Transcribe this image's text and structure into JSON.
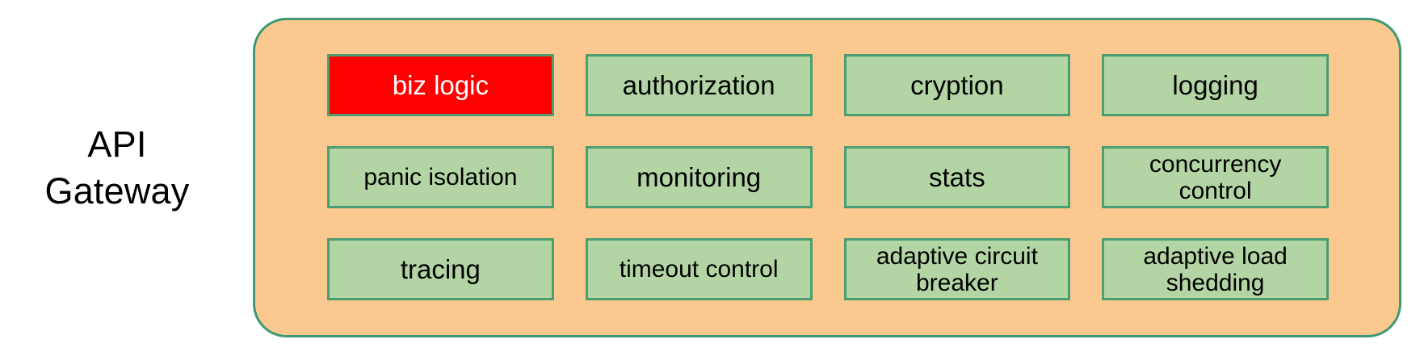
{
  "diagram": {
    "side_label": "API\nGateway",
    "colors": {
      "container_fill": "#fbc98f",
      "container_border": "#3d9970",
      "box_fill": "#b3d5a4",
      "box_border": "#4a9e72",
      "highlight_fill": "#ff0000",
      "highlight_text": "#ffffff",
      "text": "#000000",
      "page_background": "#ffffff"
    },
    "grid": {
      "rows": [
        {
          "cells": [
            {
              "label": "biz logic",
              "highlighted": true
            },
            {
              "label": "authorization",
              "highlighted": false
            },
            {
              "label": "cryption",
              "highlighted": false
            },
            {
              "label": "logging",
              "highlighted": false
            }
          ]
        },
        {
          "cells": [
            {
              "label": "panic isolation",
              "highlighted": false
            },
            {
              "label": "monitoring",
              "highlighted": false
            },
            {
              "label": "stats",
              "highlighted": false
            },
            {
              "label": "concurrency\ncontrol",
              "highlighted": false
            }
          ]
        },
        {
          "cells": [
            {
              "label": "tracing",
              "highlighted": false
            },
            {
              "label": "timeout control",
              "highlighted": false
            },
            {
              "label": "adaptive circuit\nbreaker",
              "highlighted": false
            },
            {
              "label": "adaptive load\nshedding",
              "highlighted": false
            }
          ]
        }
      ]
    }
  }
}
